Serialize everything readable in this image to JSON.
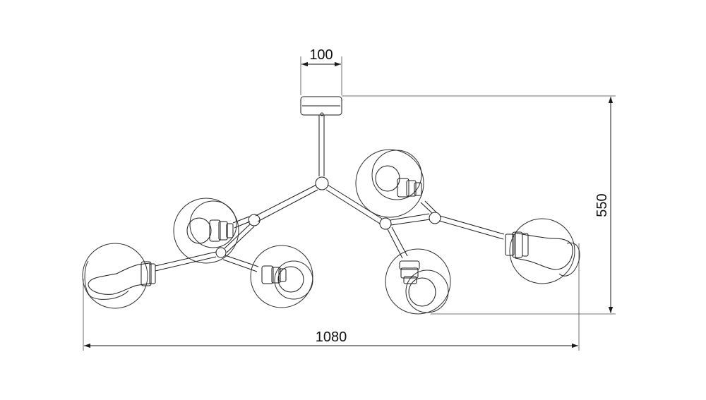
{
  "dimensions": {
    "canopy_width": "100",
    "height": "550",
    "width": "1080"
  },
  "colors": {
    "line": "#1a1a1a",
    "globe": "#2e2e2e",
    "background": "#ffffff"
  },
  "icons": {
    "arrowhead": "arrowhead-icon"
  }
}
